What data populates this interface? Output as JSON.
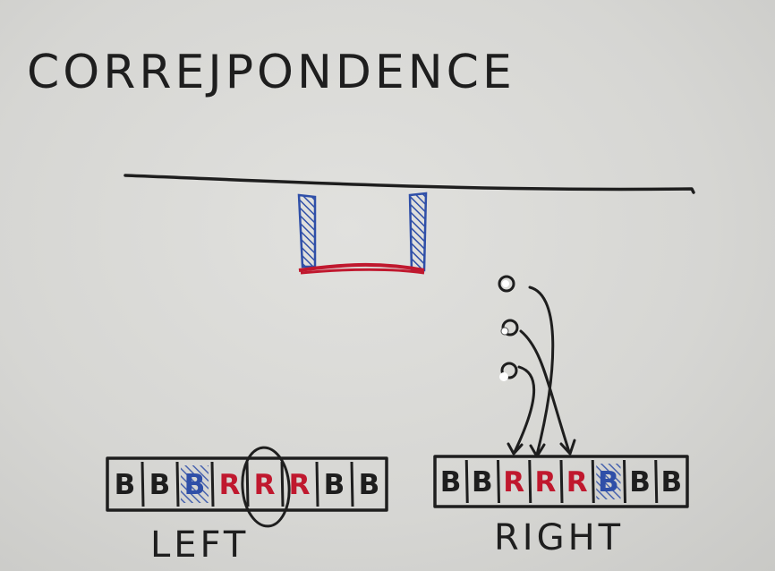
{
  "title": "CORREJPONDENCE",
  "colors": {
    "ink": "#1e1e1e",
    "blue": "#2f4fa8",
    "red": "#c0182e",
    "board": "#d9d9d6"
  },
  "left_strip": {
    "caption": "LEFT",
    "cells": [
      {
        "label": "B",
        "color": "ink"
      },
      {
        "label": "B",
        "color": "ink"
      },
      {
        "label": "B",
        "color": "blue",
        "hatched": true
      },
      {
        "label": "R",
        "color": "red"
      },
      {
        "label": "R",
        "color": "red",
        "circled": true
      },
      {
        "label": "R",
        "color": "red"
      },
      {
        "label": "B",
        "color": "ink"
      },
      {
        "label": "B",
        "color": "ink"
      }
    ]
  },
  "right_strip": {
    "caption": "RIGHT",
    "cells": [
      {
        "label": "B",
        "color": "ink"
      },
      {
        "label": "B",
        "color": "ink"
      },
      {
        "label": "R",
        "color": "red"
      },
      {
        "label": "R",
        "color": "red"
      },
      {
        "label": "R",
        "color": "red"
      },
      {
        "label": "B",
        "color": "blue",
        "hatched": true
      },
      {
        "label": "B",
        "color": "ink"
      },
      {
        "label": "B",
        "color": "ink"
      }
    ]
  }
}
